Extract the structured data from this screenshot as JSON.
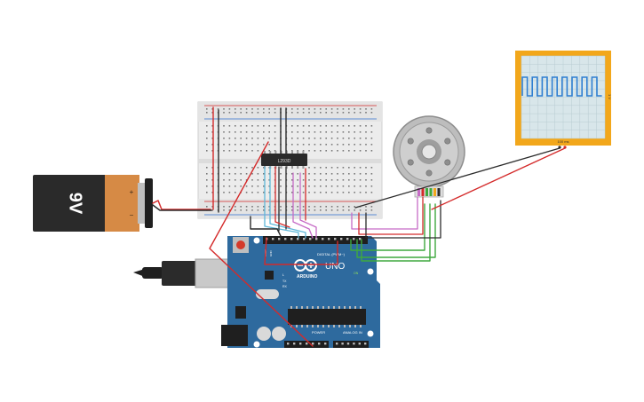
{
  "battery": {
    "voltage_label": "9V",
    "plus": "+",
    "minus": "−"
  },
  "motor_driver": {
    "chip_label": "L293D"
  },
  "oscilloscope": {
    "side_label": "1 V",
    "bottom_label": "100 ms"
  },
  "arduino": {
    "brand": "ARDUINO",
    "model": "UNO",
    "digital_label": "DIGITAL (PWM~)",
    "power_label": "POWER",
    "analog_label": "ANALOG IN",
    "on_label": "ON",
    "aref_label": "AREF",
    "gnd_label": "GND",
    "tx_label": "TX",
    "rx_label": "RX",
    "l_label": "L"
  },
  "colors": {
    "wire_red": "#d42a2a",
    "wire_black": "#2b2b2b",
    "wire_green": "#3fa93f",
    "wire_blue": "#5fb7d8",
    "wire_pink": "#c66bc6",
    "board_blue": "#2e6a9e",
    "scope_frame": "#f2a71b",
    "scope_wave": "#2f7fd1"
  }
}
